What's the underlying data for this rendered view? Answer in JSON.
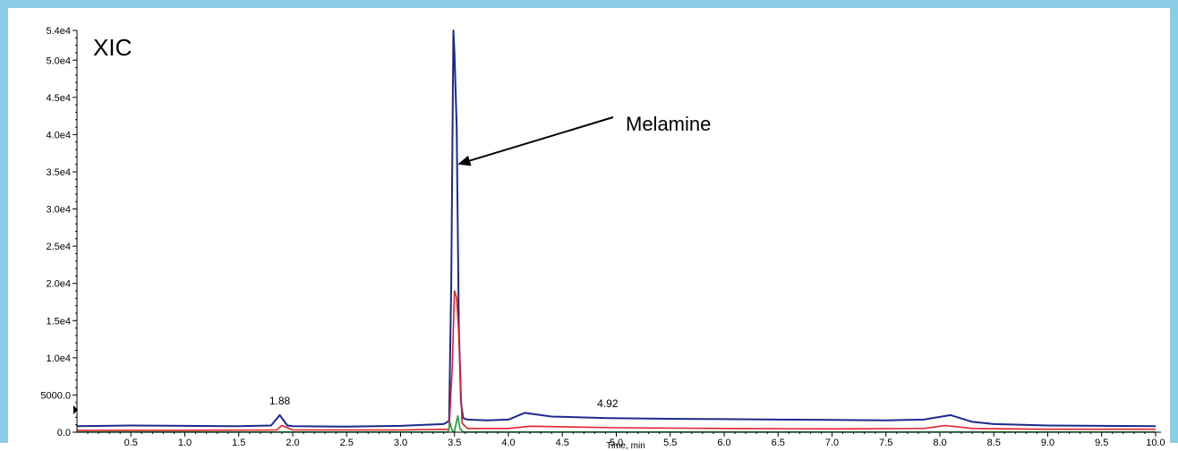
{
  "chart_data": {
    "type": "line",
    "title": "XIC",
    "xlabel": "Time, min",
    "ylabel": "",
    "xlim": [
      0,
      10.05
    ],
    "ylim": [
      0,
      54000
    ],
    "grid": false,
    "x_ticks": [
      0.5,
      1.0,
      1.5,
      2.0,
      2.5,
      3.0,
      3.5,
      4.0,
      4.5,
      5.0,
      5.5,
      6.0,
      6.5,
      7.0,
      7.5,
      8.0,
      8.5,
      9.0,
      9.5,
      10.0
    ],
    "x_tick_labels": [
      "0.5",
      "1.0",
      "1.5",
      "2.0",
      "2.5",
      "3.0",
      "3.5",
      "4.0",
      "4.5",
      "5.0",
      "5.5",
      "6.0",
      "6.5",
      "7.0",
      "7.5",
      "8.0",
      "8.5",
      "9.0",
      "9.5",
      "10.0"
    ],
    "y_ticks": [
      0,
      5000,
      10000,
      15000,
      20000,
      25000,
      30000,
      35000,
      40000,
      45000,
      50000,
      54000
    ],
    "y_tick_labels": [
      "0.0",
      "5000.0",
      "1.0e4",
      "1.5e4",
      "2.0e4",
      "2.5e4",
      "3.0e4",
      "3.5e4",
      "4.0e4",
      "4.5e4",
      "5.0e4",
      "5.4e4"
    ],
    "series": [
      {
        "color": "#1c2a8c",
        "x": [
          0.0,
          0.5,
          1.0,
          1.5,
          1.8,
          1.88,
          1.95,
          2.0,
          2.5,
          3.0,
          3.4,
          3.45,
          3.47,
          3.49,
          3.5,
          3.52,
          3.54,
          3.56,
          3.58,
          3.62,
          3.8,
          4.0,
          4.15,
          4.4,
          4.92,
          5.5,
          6.0,
          6.5,
          7.0,
          7.5,
          7.85,
          8.1,
          8.3,
          8.5,
          9.0,
          9.5,
          10.0
        ],
        "y": [
          800,
          900,
          850,
          800,
          900,
          2300,
          900,
          800,
          750,
          850,
          1100,
          1500,
          20000,
          54000,
          51000,
          41000,
          14000,
          4000,
          1900,
          1700,
          1600,
          1700,
          2600,
          2100,
          1900,
          1800,
          1750,
          1700,
          1650,
          1600,
          1700,
          2300,
          1400,
          1100,
          900,
          850,
          800
        ]
      },
      {
        "color": "#e0202a",
        "x": [
          0.0,
          1.0,
          1.85,
          1.9,
          2.0,
          3.0,
          3.45,
          3.48,
          3.5,
          3.52,
          3.54,
          3.57,
          3.62,
          4.0,
          4.2,
          5.0,
          6.0,
          7.0,
          7.85,
          8.05,
          8.3,
          9.0,
          10.0
        ],
        "y": [
          250,
          250,
          300,
          900,
          300,
          300,
          400,
          9000,
          19000,
          18000,
          13000,
          1200,
          500,
          500,
          800,
          600,
          500,
          450,
          500,
          900,
          500,
          400,
          400
        ]
      },
      {
        "color": "#1b9e3a",
        "x": [
          0.0,
          3.44,
          3.46,
          3.48,
          3.5,
          3.53,
          3.55,
          3.58,
          10.0
        ],
        "y": [
          30,
          30,
          1200,
          200,
          100,
          2200,
          500,
          30,
          30
        ]
      }
    ],
    "peak_labels": [
      {
        "x": 1.88,
        "y": 2300,
        "text": "1.88"
      },
      {
        "x": 4.92,
        "y": 1900,
        "text": "4.92"
      }
    ],
    "annotation": {
      "text": "Melamine",
      "target_x": 3.53,
      "target_y": 36000
    }
  }
}
